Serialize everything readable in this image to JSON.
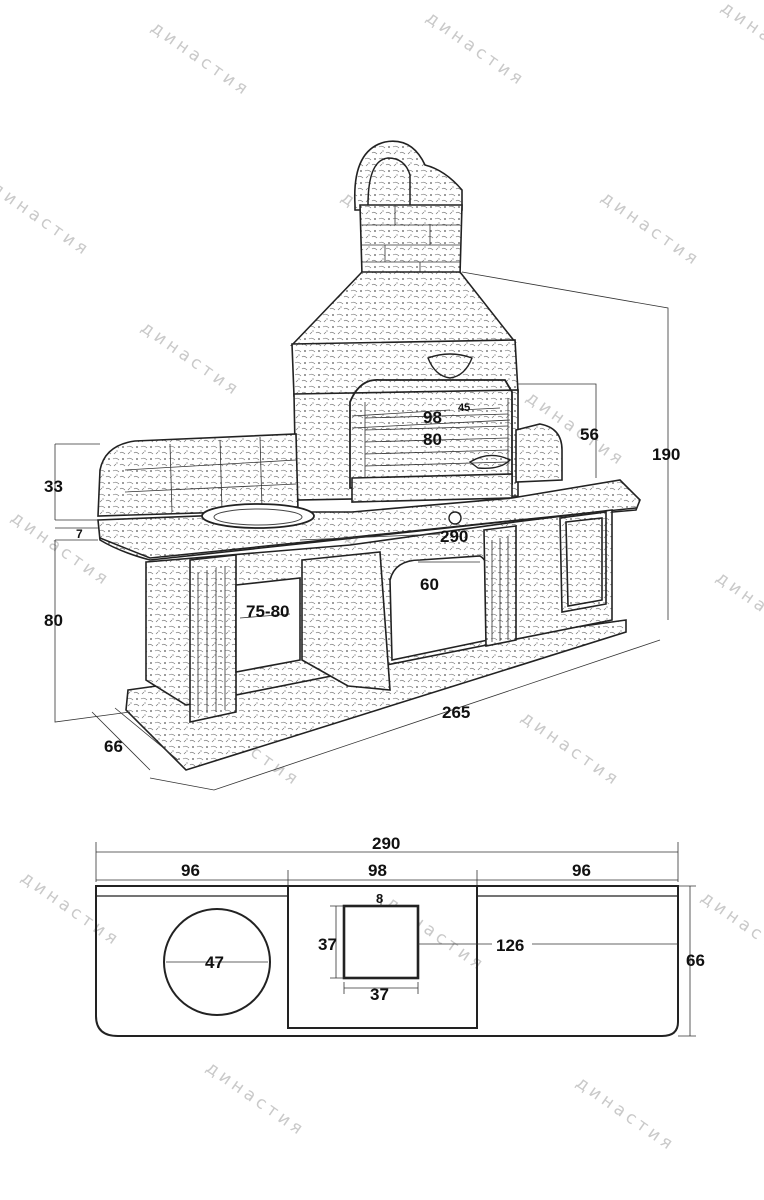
{
  "watermark": "династия",
  "perspective_view": {
    "total_height": "190",
    "worktop_height": "80",
    "backsplash_height": "33",
    "worktop_thickness": "7",
    "fireplace_height": "56",
    "grill_opening_width": "98",
    "grill_opening_height": "80",
    "grate_width": "45",
    "top_width": "290",
    "base_width": "265",
    "depth": "66",
    "niche_height": "60",
    "leg_height": "75-80"
  },
  "plan_view": {
    "total_width": "290",
    "left_section": "96",
    "center_section": "98",
    "right_section": "96",
    "depth": "66",
    "sink_diameter": "47",
    "hearth_width": "37",
    "hearth_depth": "37",
    "hearth_offset": "8",
    "hearth_setback": "126"
  }
}
